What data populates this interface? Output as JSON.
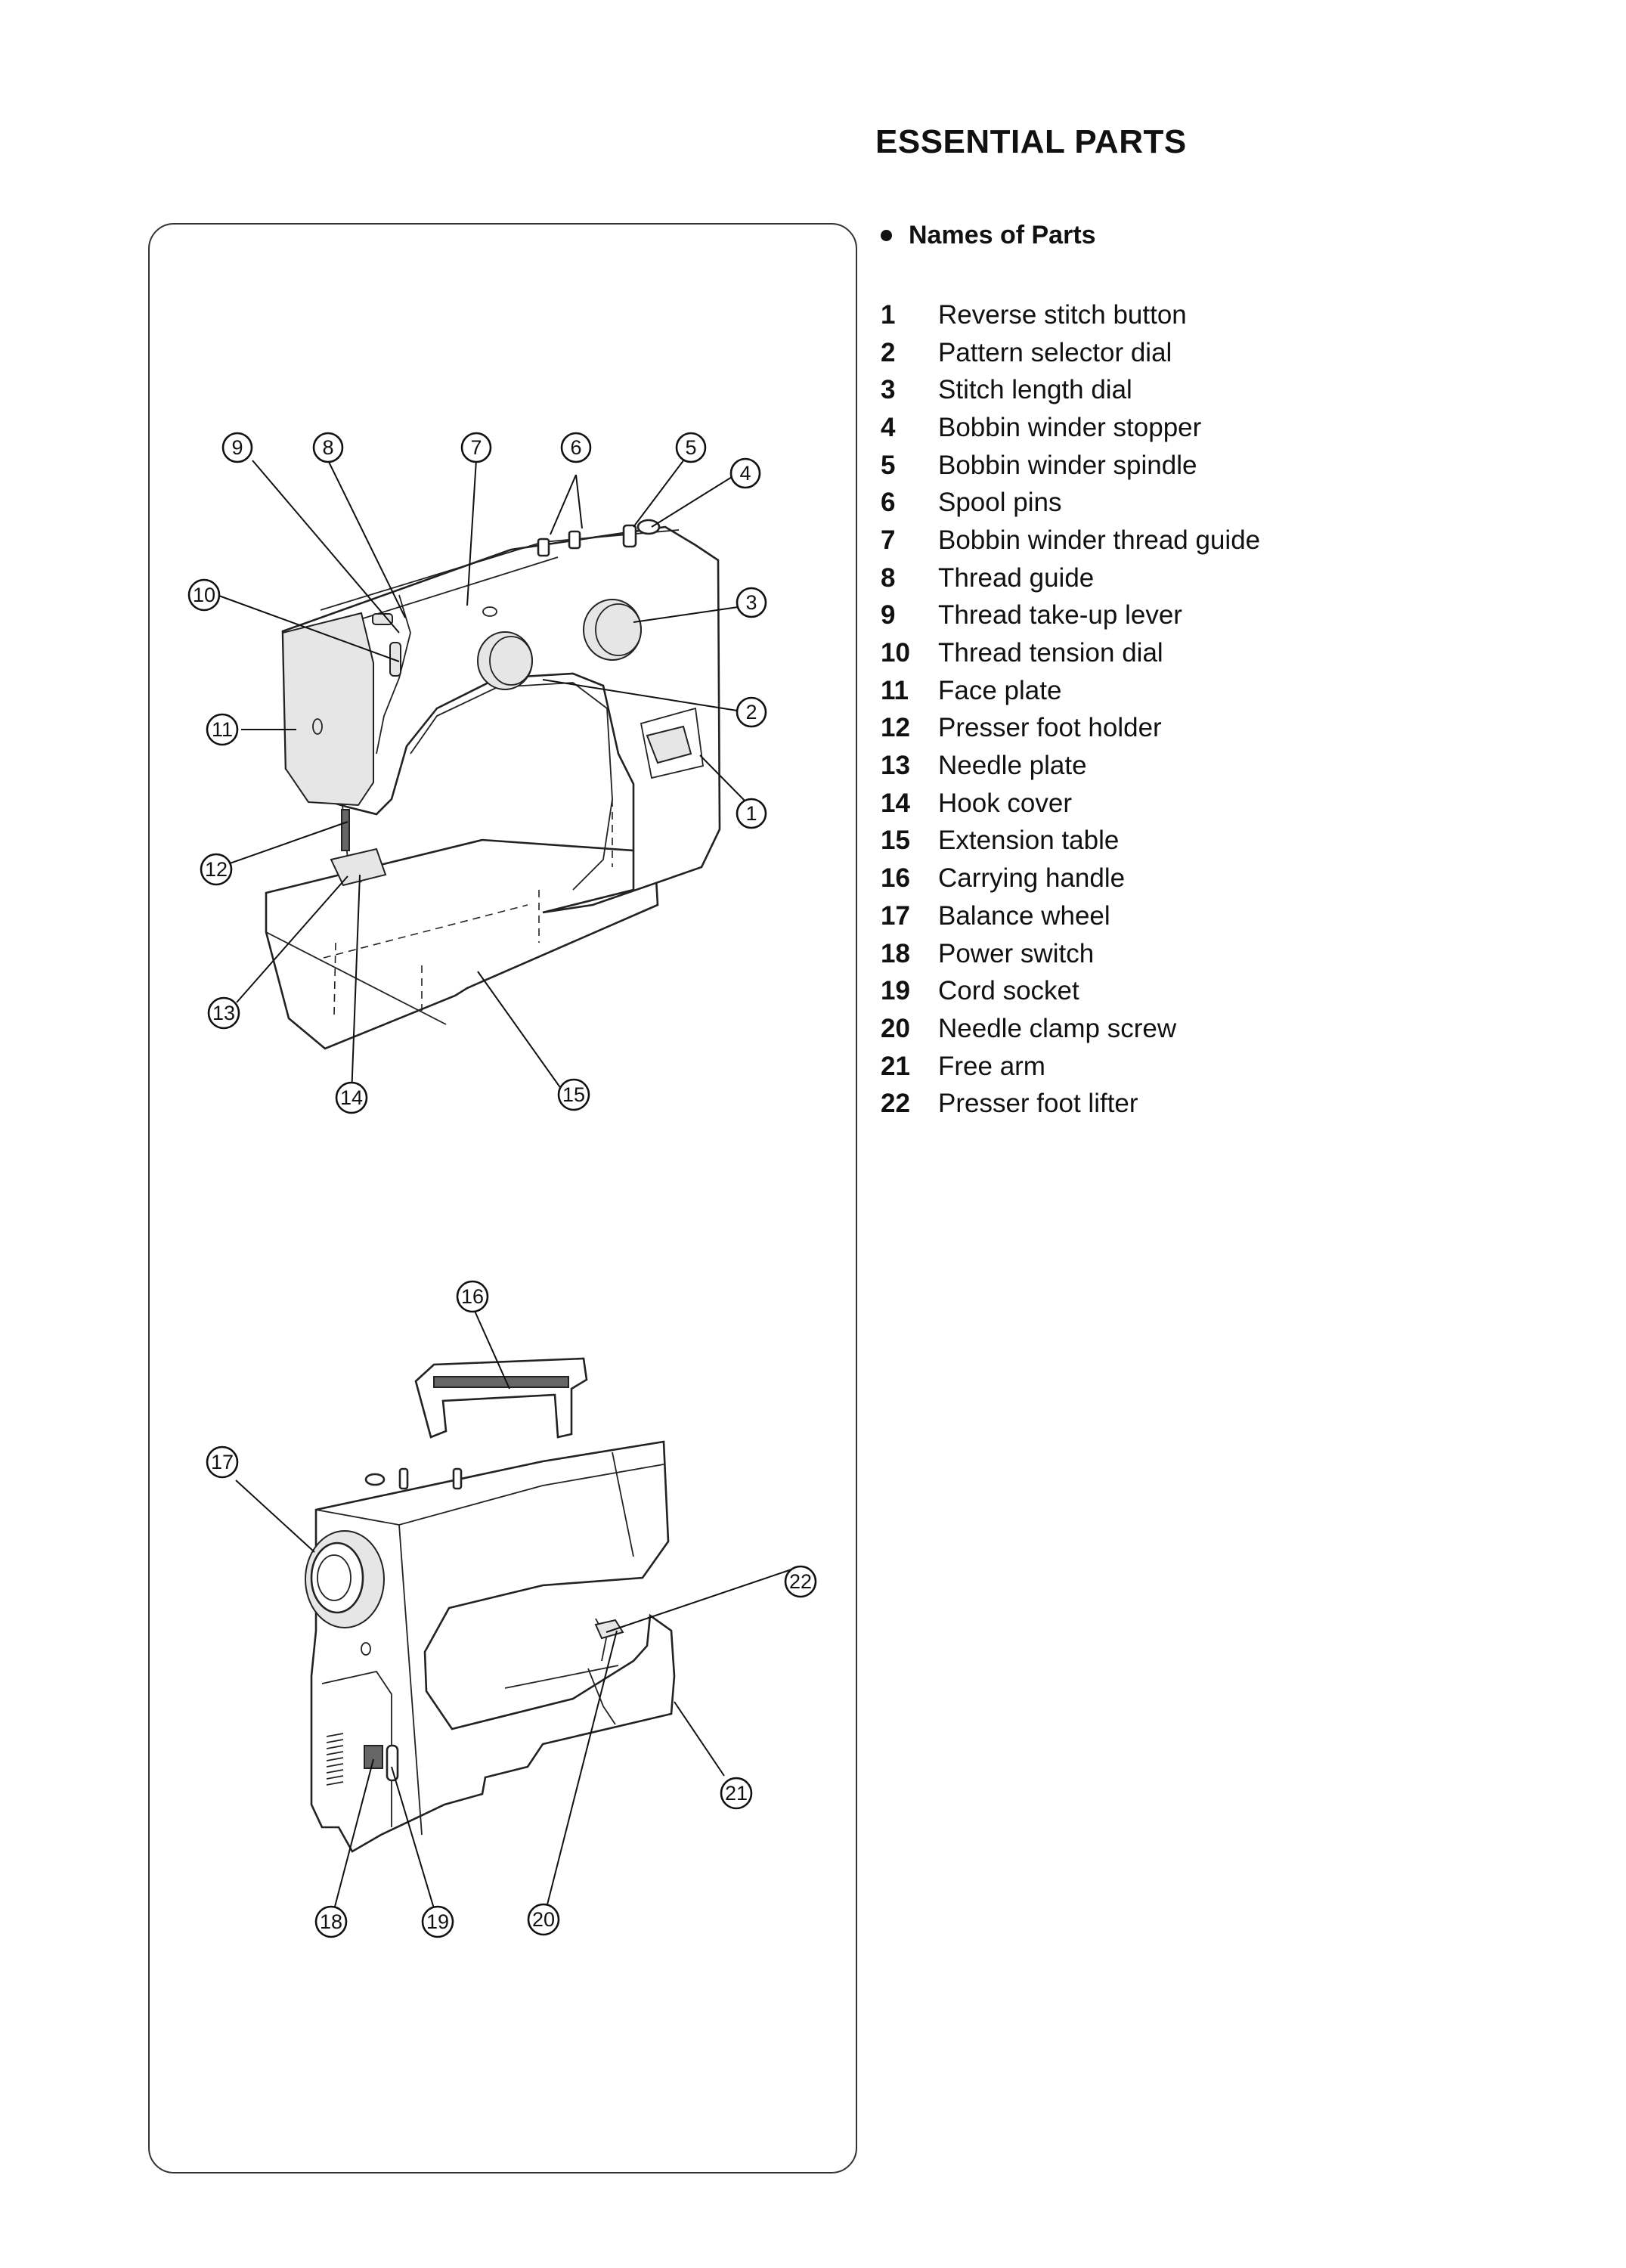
{
  "page": {
    "title": "ESSENTIAL PARTS",
    "subtitle": "Names of Parts"
  },
  "parts": [
    {
      "num": "1",
      "name": "Reverse stitch button"
    },
    {
      "num": "2",
      "name": "Pattern selector dial"
    },
    {
      "num": "3",
      "name": "Stitch length dial"
    },
    {
      "num": "4",
      "name": "Bobbin winder stopper"
    },
    {
      "num": "5",
      "name": "Bobbin winder spindle"
    },
    {
      "num": "6",
      "name": "Spool pins"
    },
    {
      "num": "7",
      "name": "Bobbin winder thread guide"
    },
    {
      "num": "8",
      "name": "Thread guide"
    },
    {
      "num": "9",
      "name": "Thread take-up lever"
    },
    {
      "num": "10",
      "name": "Thread tension dial"
    },
    {
      "num": "11",
      "name": "Face plate"
    },
    {
      "num": "12",
      "name": "Presser foot holder"
    },
    {
      "num": "13",
      "name": "Needle plate"
    },
    {
      "num": "14",
      "name": "Hook cover"
    },
    {
      "num": "15",
      "name": "Extension table"
    },
    {
      "num": "16",
      "name": "Carrying handle"
    },
    {
      "num": "17",
      "name": "Balance wheel"
    },
    {
      "num": "18",
      "name": "Power switch"
    },
    {
      "num": "19",
      "name": "Cord socket"
    },
    {
      "num": "20",
      "name": "Needle clamp screw"
    },
    {
      "num": "21",
      "name": "Free arm"
    },
    {
      "num": "22",
      "name": "Presser foot lifter"
    }
  ],
  "callouts": [
    "1",
    "2",
    "3",
    "4",
    "5",
    "6",
    "7",
    "8",
    "9",
    "10",
    "11",
    "12",
    "13",
    "14",
    "15",
    "16",
    "17",
    "18",
    "19",
    "20",
    "21",
    "22"
  ]
}
